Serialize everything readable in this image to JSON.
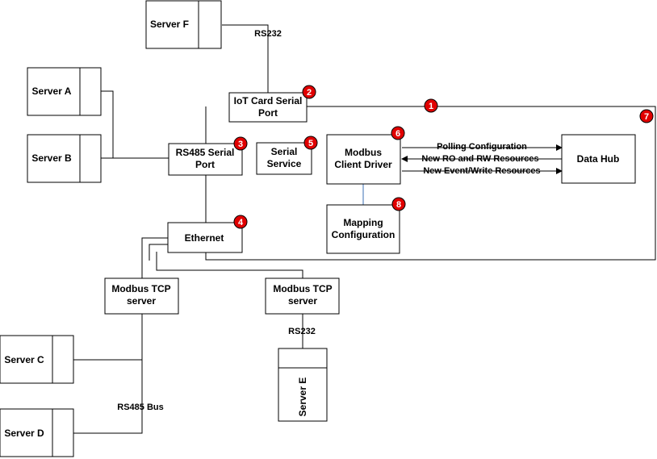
{
  "servers": {
    "a": "Server A",
    "b": "Server B",
    "c": "Server C",
    "d": "Server D",
    "e": "Server E",
    "f": "Server F"
  },
  "components": {
    "iot_card_line1": "IoT Card Serial",
    "iot_card_line2": "Port",
    "rs485_line1": "RS485 Serial",
    "rs485_line2": "Port",
    "serial_line1": "Serial",
    "serial_line2": "Service",
    "modbus_line1": "Modbus",
    "modbus_line2": "Client Driver",
    "data_hub": "Data Hub",
    "mapping_line1": "Mapping",
    "mapping_line2": "Configuration",
    "ethernet": "Ethernet",
    "tcp_left_line1": "Modbus TCP",
    "tcp_left_line2": "server",
    "tcp_right_line1": "Modbus TCP",
    "tcp_right_line2": "server"
  },
  "flows": {
    "polling": "Polling Configuration",
    "ro_rw": "New RO and RW Resources",
    "event_write": "New Event/Write Resources"
  },
  "links": {
    "rs232_top": "RS232",
    "rs232_bottom": "RS232",
    "rs485_bus": "RS485 Bus"
  },
  "badges": [
    "1",
    "2",
    "3",
    "4",
    "5",
    "6",
    "7",
    "8"
  ],
  "colors": {
    "badge": "#e00000",
    "mapping_link": "#3b6fb6"
  }
}
